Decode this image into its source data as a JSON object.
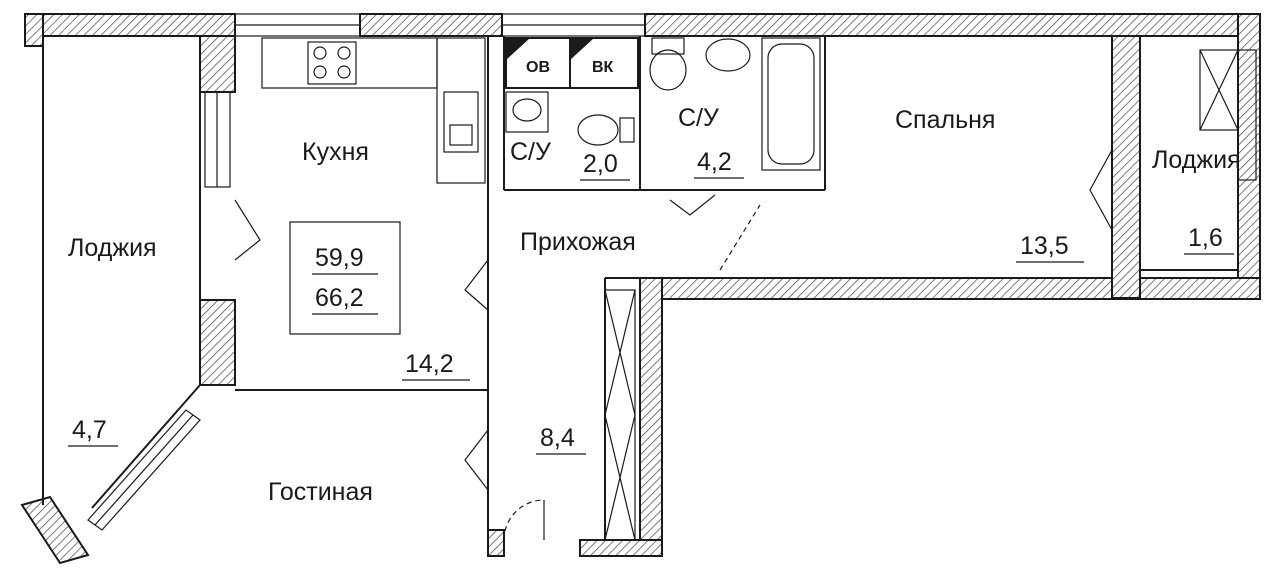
{
  "rooms": {
    "kitchen": {
      "name": "Кухня",
      "area": "14,2"
    },
    "living": {
      "name": "Гостиная"
    },
    "hall": {
      "name": "Прихожая",
      "area": "8,4"
    },
    "bath_small": {
      "name": "С/У",
      "area": "2,0"
    },
    "bath_large": {
      "name": "С/У",
      "area": "4,2"
    },
    "bedroom": {
      "name": "Спальня",
      "area": "13,5"
    },
    "loggia_left": {
      "name": "Лоджия",
      "area": "4,7"
    },
    "loggia_right": {
      "name": "Лоджия",
      "area": "1,6"
    }
  },
  "totals": {
    "living_area": "59,9",
    "total_area": "66,2"
  },
  "utility_labels": {
    "heating": "ОВ",
    "water": "ВК"
  }
}
